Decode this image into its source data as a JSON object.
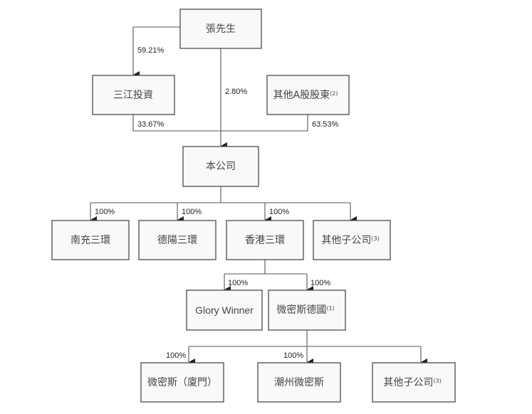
{
  "nodes": {
    "mr_zhang": "張先生",
    "sanjiang": "三江投資",
    "other_a_shareholders": "其他A股股東",
    "other_a_note": "(2)",
    "company": "本公司",
    "nanchong": "南充三環",
    "deyang": "德陽三環",
    "hongkong": "香港三環",
    "other_subs_1": "其他子公司",
    "other_subs_1_note": "(3)",
    "glory_winner": "Glory Winner",
    "germany": "微密斯德國",
    "germany_note": "(1)",
    "xiamen": "微密斯（廈門）",
    "chaozhou": "潮州微密斯",
    "other_subs_2": "其他子公司",
    "other_subs_2_note": "(3)"
  },
  "percentages": {
    "zhang_to_sanjiang": "59.21%",
    "zhang_to_company": "2.80%",
    "sanjiang_to_company": "33.67%",
    "other_a_to_company": "63.53%",
    "company_to_nanchong": "100%",
    "company_to_deyang": "100%",
    "company_to_hongkong": "100%",
    "hk_to_glory": "100%",
    "hk_to_germany": "100%",
    "germany_to_xiamen": "100%",
    "germany_to_chaozhou": "100%"
  }
}
